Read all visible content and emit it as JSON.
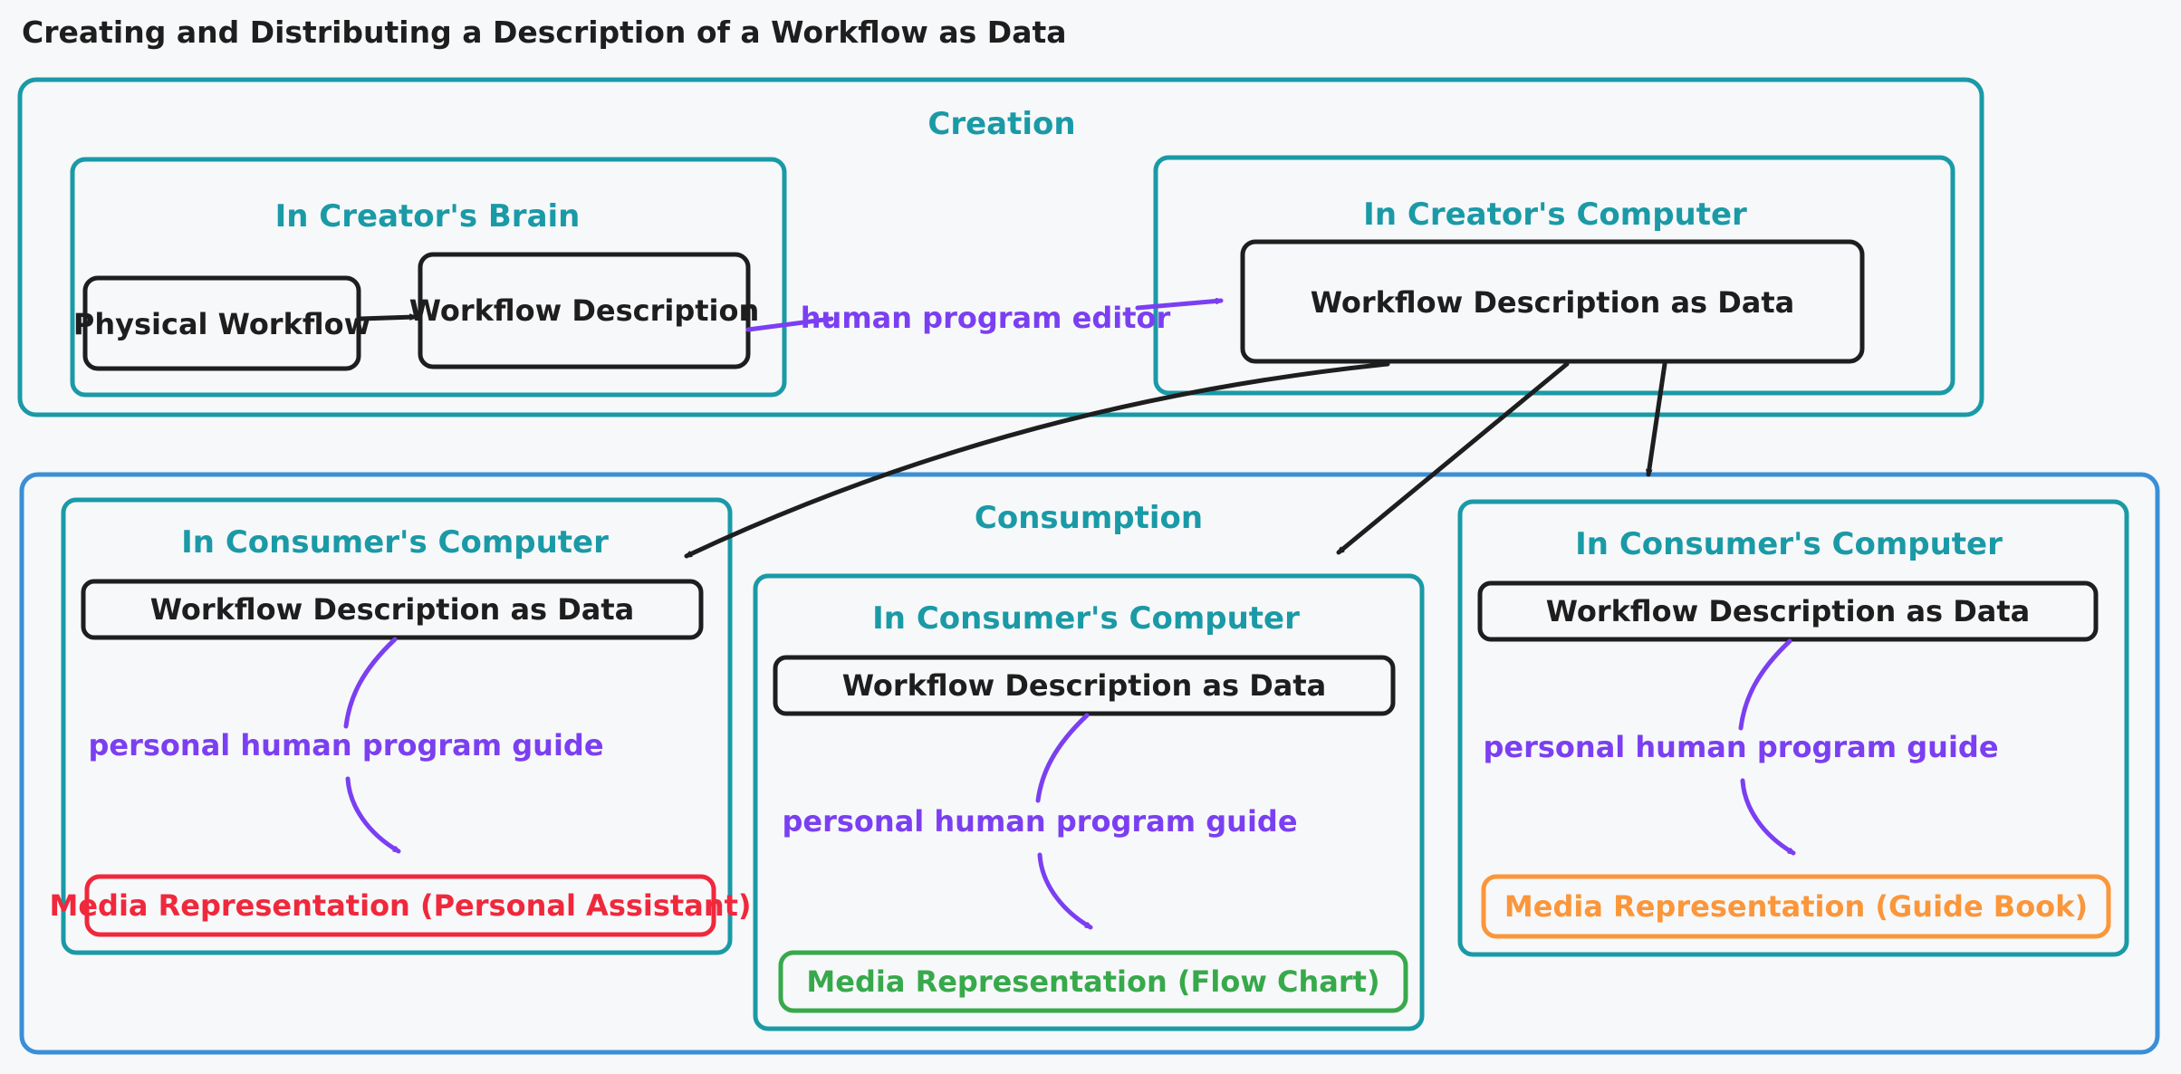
{
  "title": "Creating and Distributing a Description of a Workflow as Data",
  "colors": {
    "teal": "#1a9aa6",
    "blue": "#3a8fd6",
    "black": "#1e1e1e",
    "purple": "#7b3ff2",
    "red": "#f0283c",
    "green": "#37a94b",
    "orange": "#fb963a"
  },
  "creation": {
    "label": "Creation",
    "brain": {
      "label": "In Creator's Brain",
      "physical_workflow": "Physical Workflow",
      "workflow_description": "Workflow Description"
    },
    "computer": {
      "label": "In Creator's Computer",
      "workflow_data": "Workflow Description as Data"
    },
    "editor_edge_label": "human program editor"
  },
  "consumption": {
    "label": "Consumption",
    "consumers": [
      {
        "label": "In Consumer's Computer",
        "workflow_data": "Workflow Description as Data",
        "guide_label": "personal human program guide",
        "media": "Media Representation (Personal Assistant)"
      },
      {
        "label": "In Consumer's Computer",
        "workflow_data": "Workflow Description as Data",
        "guide_label": "personal human program guide",
        "media": "Media Representation (Flow Chart)"
      },
      {
        "label": "In Consumer's Computer",
        "workflow_data": "Workflow Description as Data",
        "guide_label": "personal human program guide",
        "media": "Media Representation (Guide Book)"
      }
    ]
  }
}
